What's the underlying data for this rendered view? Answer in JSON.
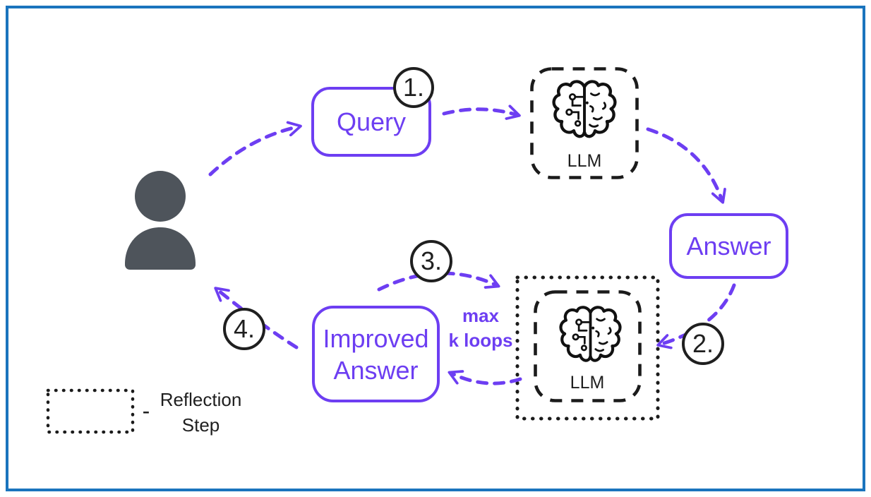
{
  "canvas": {
    "background": "#ffffff",
    "border_color": "#1a74bd"
  },
  "palette": {
    "accent_purple": "#6d3ef2",
    "outline_black": "#1f1f1f",
    "person_gray": "#4e545b"
  },
  "nodes": {
    "query": {
      "label": "Query"
    },
    "llm_top": {
      "label": "LLM"
    },
    "answer": {
      "label": "Answer"
    },
    "reflection_llm": {
      "label": "LLM"
    },
    "improved_answer": {
      "label": "Improved\nAnswer"
    }
  },
  "steps": [
    {
      "label": "1."
    },
    {
      "label": "2."
    },
    {
      "label": "3."
    },
    {
      "label": "4."
    }
  ],
  "annotations": {
    "max_loops": "max\nk loops"
  },
  "legend": {
    "separator": "-",
    "label": "Reflection\nStep"
  }
}
